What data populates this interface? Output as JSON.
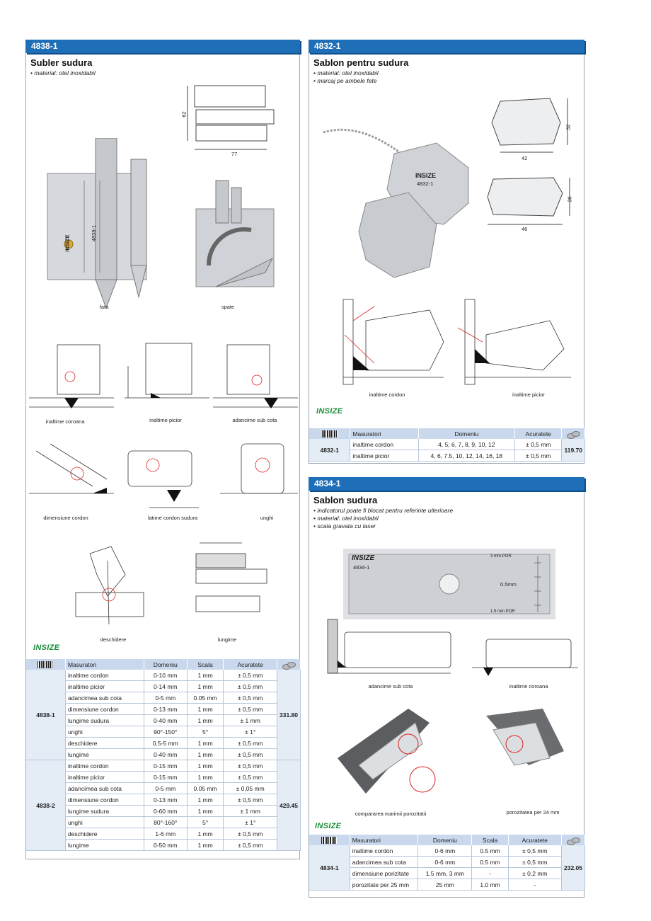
{
  "p1": {
    "code": "4838-1",
    "title": "Subler sudura",
    "bullets": [
      "• material: otel inoxidabil"
    ],
    "captions": {
      "fata": "fata",
      "spate": "spate",
      "inaltime_coroana": "inaltime coroana",
      "inaltime_picior": "inaltime picior",
      "adancime": "adancime sub cota",
      "dimensiune": "dimensiune cordon",
      "latime": "latime cordon sudura",
      "unghi": "unghi",
      "deschidere": "deschidere",
      "lungime": "lungime"
    },
    "dims": {
      "h": "62",
      "w": "77"
    },
    "gauge_text": {
      "brand": "INSIZE",
      "model": "4838-1"
    },
    "logo": "INSIZE",
    "table": {
      "headers": [
        "Masuratori",
        "Domeniu",
        "Scala",
        "Acuratete"
      ],
      "groups": [
        {
          "code": "4838-1",
          "price": "331.80",
          "rows": [
            [
              "inaltime cordon",
              "0-10 mm",
              "1 mm",
              "± 0,5 mm"
            ],
            [
              "inaltime picior",
              "0-14 mm",
              "1 mm",
              "± 0,5 mm"
            ],
            [
              "adancimea sub cota",
              "0-5 mm",
              "0.05 mm",
              "± 0,5 mm"
            ],
            [
              "dimensiune cordon",
              "0-13 mm",
              "1 mm",
              "± 0,5 mm"
            ],
            [
              "lungime sudura",
              "0-40 mm",
              "1 mm",
              "± 1 mm"
            ],
            [
              "unghi",
              "90°-150°",
              "5°",
              "± 1°"
            ],
            [
              "deschidere",
              "0.5-5 mm",
              "1 mm",
              "± 0,5 mm"
            ],
            [
              "lungime",
              "0-40 mm",
              "1 mm",
              "± 0,5 mm"
            ]
          ]
        },
        {
          "code": "4838-2",
          "price": "429.45",
          "rows": [
            [
              "inaltime cordon",
              "0-15 mm",
              "1 mm",
              "± 0,5 mm"
            ],
            [
              "inaltime picior",
              "0-15 mm",
              "1 mm",
              "± 0,5 mm"
            ],
            [
              "adancimea sub cota",
              "0-5 mm",
              "0.05 mm",
              "± 0,05 mm"
            ],
            [
              "dimensiune cordon",
              "0-13 mm",
              "1 mm",
              "± 0,5 mm"
            ],
            [
              "lungime sudura",
              "0-60 mm",
              "1 mm",
              "± 1 mm"
            ],
            [
              "unghi",
              "80°-160°",
              "5°",
              "± 1°"
            ],
            [
              "deschidere",
              "1-6 mm",
              "1 mm",
              "± 0,5 mm"
            ],
            [
              "lungime",
              "0-50 mm",
              "1 mm",
              "± 0,5 mm"
            ]
          ]
        }
      ]
    }
  },
  "p2": {
    "code": "4832-1",
    "title": "Sablon pentru sudura",
    "bullets": [
      "• material: otel inoxidabil",
      "• marcaj pe ambele fete"
    ],
    "dims": {
      "a_h": "32",
      "a_w": "42",
      "b_h": "30",
      "b_w": "46"
    },
    "gauge_text": {
      "brand": "INSIZE",
      "model": "4832-1"
    },
    "captions": {
      "cordon": "inaltime cordon",
      "picior": "inaltime picior"
    },
    "logo": "INSIZE",
    "table": {
      "headers": [
        "Masuratori",
        "Domeniu",
        "Acuratete"
      ],
      "code": "4832-1",
      "price": "119.70",
      "rows": [
        [
          "inaltime cordon",
          "4, 5, 6, 7, 8, 9, 10, 12",
          "± 0,5 mm"
        ],
        [
          "inaltime picior",
          "4, 6, 7.5, 10, 12, 14, 16, 18",
          "± 0,5 mm"
        ]
      ]
    }
  },
  "p3": {
    "code": "4834-1",
    "title": "Sablon sudura",
    "bullets": [
      "• indicatorul poate fi blocat pentru referinte ulterioare",
      "• material: otel inoxidabil",
      "• scala gravata cu laser"
    ],
    "gauge_text": {
      "brand": "INSIZE",
      "model": "4834-1",
      "por3": "3 mm POR",
      "mm05": "0.5mm",
      "por15": "1.5 mm POR"
    },
    "captions": {
      "adancime": "adancime sub cota",
      "coroana": "inaltime coroana",
      "comparare": "compararea marimii porozitatii",
      "porozitatea": "porozitatea per 24 mm"
    },
    "logo": "INSIZE",
    "table": {
      "headers": [
        "Masuratori",
        "Domeniu",
        "Scala",
        "Acuratete"
      ],
      "code": "4834-1",
      "price": "232.05",
      "rows": [
        [
          "inaltime cordon",
          "0-6 mm",
          "0.5 mm",
          "± 0,5 mm"
        ],
        [
          "adancimea sub cota",
          "0-6 mm",
          "0.5 mm",
          "± 0,5 mm"
        ],
        [
          "dimensiune porizitate",
          "1.5 mm, 3 mm",
          "-",
          "± 0,2 mm"
        ],
        [
          "porozitate per 25 mm",
          "25 mm",
          "1.0 mm",
          "-"
        ]
      ]
    }
  }
}
